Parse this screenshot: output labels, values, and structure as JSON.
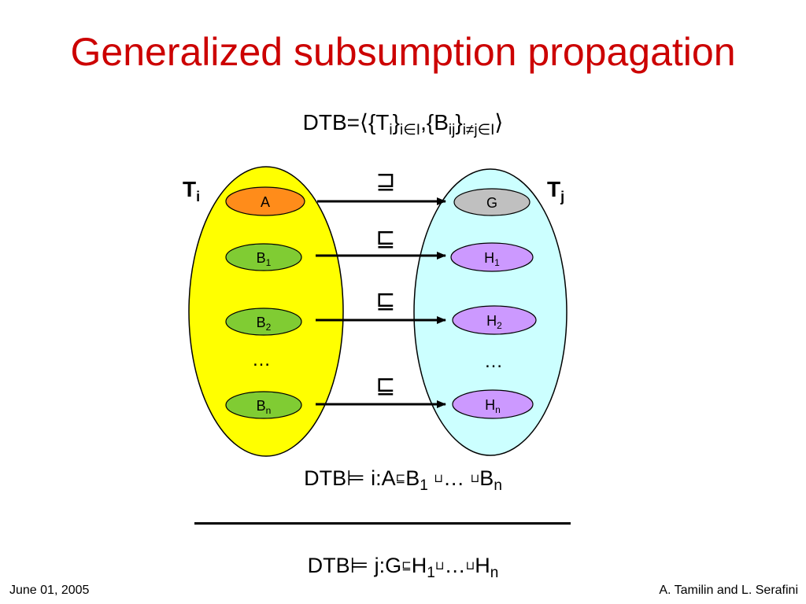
{
  "title": "Generalized subsumption propagation",
  "formula": {
    "lhs": "DTB=",
    "open": "⟨",
    "t_part": "{T",
    "t_sub": "i",
    "t_close": "}",
    "t_index": "i∈I",
    "comma": ",{B",
    "b_sub": "ij",
    "b_close": "}",
    "b_index": "i≠j∈I",
    "close": "⟩"
  },
  "left_theory": {
    "label": "T",
    "label_sub": "i",
    "color": "#ffff00",
    "nodes": [
      {
        "label": "A",
        "sub": "",
        "color": "#ff8c1a"
      },
      {
        "label": "B",
        "sub": "1",
        "color": "#80cc33"
      },
      {
        "label": "B",
        "sub": "2",
        "color": "#80cc33"
      },
      {
        "label": "B",
        "sub": "n",
        "color": "#80cc33"
      }
    ],
    "ellipsis": "…"
  },
  "right_theory": {
    "label": "T",
    "label_sub": "j",
    "color": "#ccffff",
    "nodes": [
      {
        "label": "G",
        "sub": "",
        "color": "#c0c0c0"
      },
      {
        "label": "H",
        "sub": "1",
        "color": "#cc99ff"
      },
      {
        "label": "H",
        "sub": "2",
        "color": "#cc99ff"
      },
      {
        "label": "H",
        "sub": "n",
        "color": "#cc99ff"
      }
    ],
    "ellipsis": "…"
  },
  "bridge_symbols": [
    "⊒",
    "⊑",
    "⊑",
    "⊑"
  ],
  "premise": {
    "dtb": "DTB",
    "entails": "⊨",
    "stmt": "i:A",
    "sqsub": "⊑",
    "b": "B",
    "b1": "1",
    "cup": "⊔",
    "dots": "…",
    "cup2": "⊔",
    "bn": "B",
    "bn_sub": "n"
  },
  "conclusion": {
    "dtb": "DTB",
    "entails": "⊨",
    "stmt": "j:G",
    "sqsub": "⊑",
    "h": "H",
    "h1": "1",
    "cup": "⊔",
    "dots": "…",
    "cup2": "⊔",
    "hn": "H",
    "hn_sub": "n"
  },
  "footer": {
    "date": "June 01, 2005",
    "authors": "A. Tamilin and L. Serafini"
  }
}
